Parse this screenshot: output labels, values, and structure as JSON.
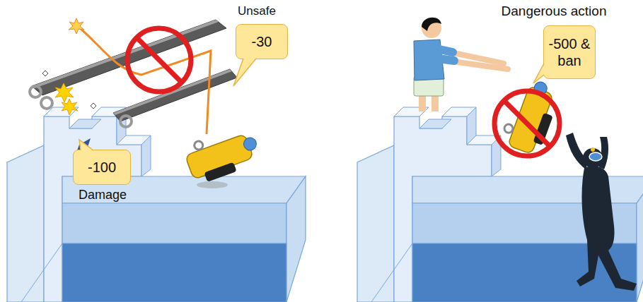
{
  "diagram": {
    "nodes": [
      {
        "text": [
          "Unsafe",
          "-30"
        ]
      },
      {
        "text": [
          "-100",
          "Damage"
        ]
      },
      {
        "text": [
          "Dangerous action",
          "-500 & ban"
        ]
      }
    ]
  }
}
